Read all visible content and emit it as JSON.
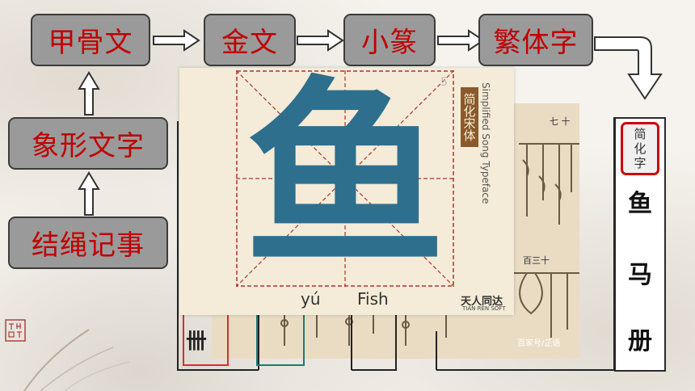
{
  "flow": {
    "oracle": "甲骨文",
    "bronze": "金文",
    "small_seal": "小篆",
    "traditional": "繁体字",
    "pictograph": "象形文字",
    "knot": "结绳记事"
  },
  "card": {
    "character": "鱼",
    "pinyin": "yú",
    "english": "Fish",
    "badge": "简化宋体",
    "vertical_caption": "Simplified Song Typeface",
    "brand": "天人同达",
    "brand_sub": "TIAN REN SOFT",
    "corner_num": "5"
  },
  "knots": {
    "label_a": "七 十",
    "label_b": "百三十",
    "watermark": "百家号/芷语"
  },
  "side": {
    "label_line1": "简",
    "label_line2": "化",
    "label_line3": "字",
    "chars": [
      "鱼",
      "马",
      "册"
    ]
  },
  "bracket_chars": [
    "卌"
  ],
  "colors": {
    "box_fill": "#9a9a9a",
    "box_text": "#c00000",
    "glyph": "#2e6f8e",
    "grid_line": "#b03030"
  }
}
